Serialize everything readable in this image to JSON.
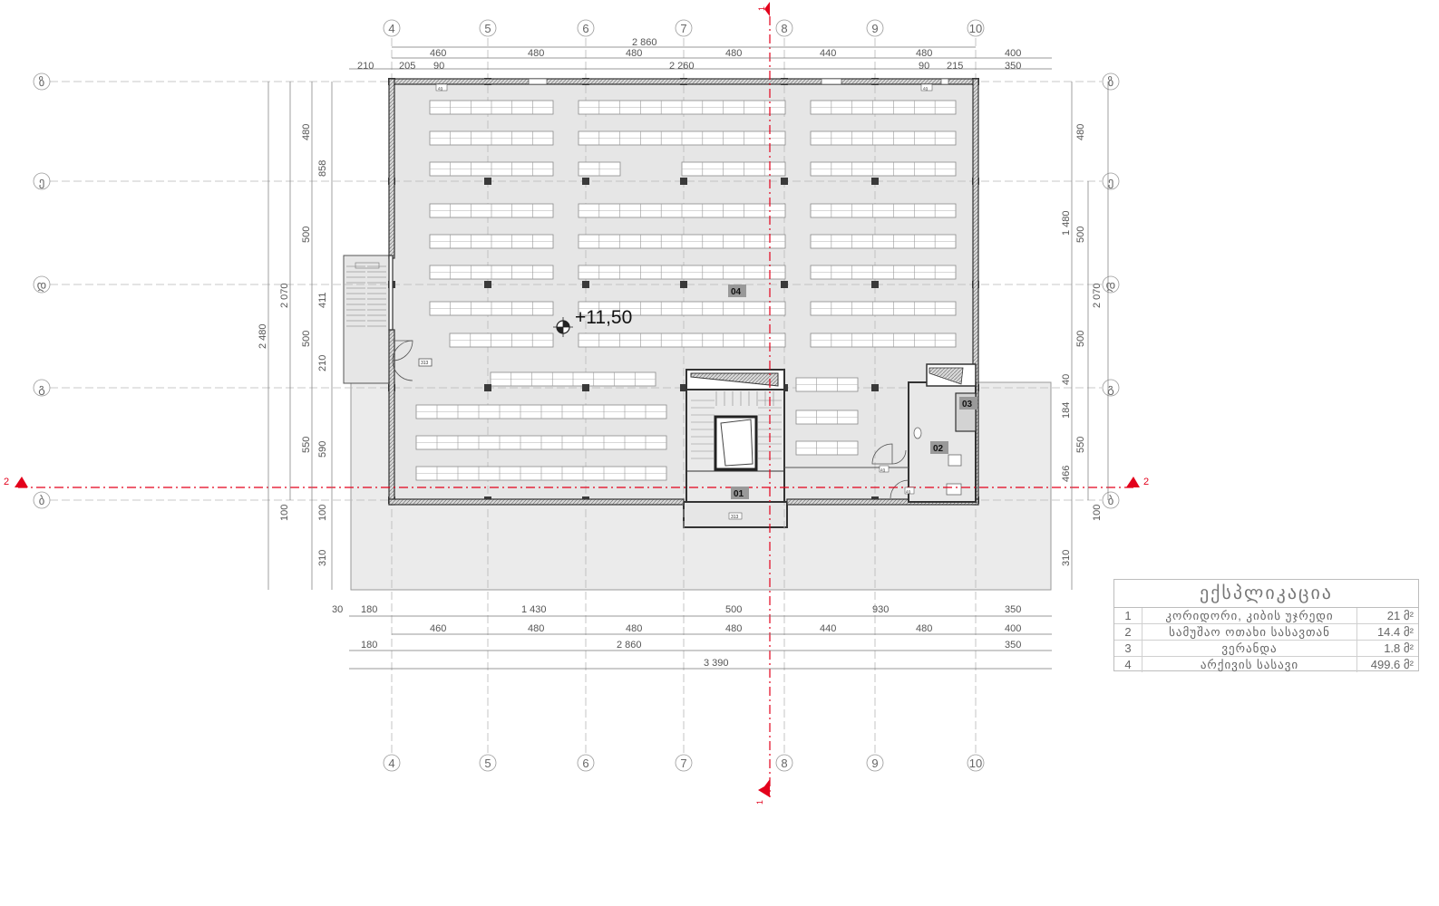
{
  "plan": {
    "level_mark": "+11,50",
    "axes_vertical": [
      "4",
      "5",
      "6",
      "7",
      "8",
      "9",
      "10"
    ],
    "axes_horizontal": [
      "ზ",
      "ე",
      "დ",
      "გ",
      "ბ"
    ],
    "section_marks": {
      "vertical": "1",
      "horizontal": "2"
    },
    "room_tags": [
      "01",
      "02",
      "03",
      "04"
    ],
    "small_tags": [
      "ავ",
      "ავ",
      "313",
      "313",
      "ავ",
      "ავ"
    ],
    "dims_top": {
      "overall": "2 860",
      "bays": [
        "460",
        "480",
        "480",
        "480",
        "440",
        "480",
        "400"
      ],
      "detail": [
        "210",
        "205",
        "90",
        "2 260",
        "90",
        "215",
        "350"
      ]
    },
    "dims_left": {
      "outer": "2 480",
      "middle": "2 070",
      "inner": [
        "858",
        "411",
        "210",
        "590",
        "100",
        "310"
      ],
      "bays": [
        "480",
        "500",
        "500",
        "550"
      ]
    },
    "dims_right": {
      "outer": "2 070",
      "middle": "1 480",
      "bays": [
        "480",
        "500",
        "500",
        "550",
        "100",
        "310"
      ],
      "detail": [
        "40",
        "184",
        "466"
      ]
    },
    "dims_bottom": {
      "row1": [
        "30",
        "180",
        "1 430",
        "500",
        "930",
        "350"
      ],
      "row2": [
        "460",
        "480",
        "480",
        "480",
        "440",
        "480",
        "400"
      ],
      "row3": [
        "180",
        "2 860",
        "350"
      ],
      "overall": "3 390"
    },
    "colors": {
      "red": "#e3001b",
      "floor": "#e9e9e9",
      "wall": "#333333",
      "grid": "#b8b8b8"
    }
  },
  "legend": {
    "title": "ექსპლიკაცია",
    "rows": [
      {
        "num": "1",
        "name": "კორიდორი, კიბის უჯრედი",
        "area": "21 მ²"
      },
      {
        "num": "2",
        "name": "სამუშაო ოთახი სასავთან",
        "area": "14.4 მ²"
      },
      {
        "num": "3",
        "name": "ვერანდა",
        "area": "1.8 მ²"
      },
      {
        "num": "4",
        "name": "არქივის სასავი",
        "area": "499.6 მ²"
      }
    ]
  }
}
